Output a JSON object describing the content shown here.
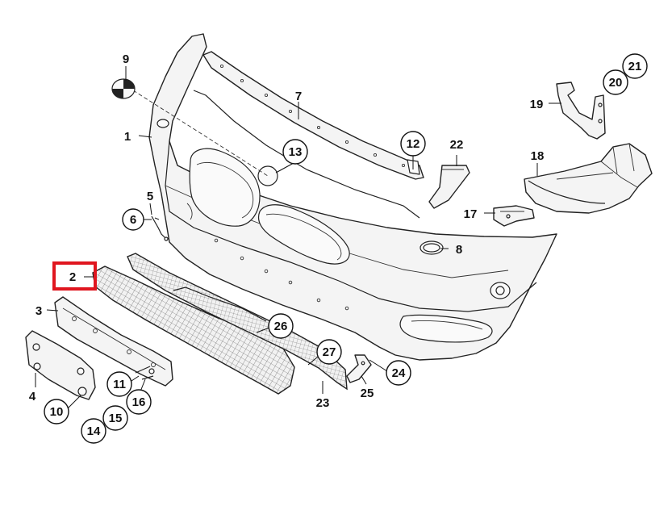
{
  "callouts": [
    {
      "id": "c1",
      "label": "1",
      "circled": false
    },
    {
      "id": "c2",
      "label": "2",
      "circled": false,
      "highlighted": true
    },
    {
      "id": "c3",
      "label": "3",
      "circled": false
    },
    {
      "id": "c4",
      "label": "4",
      "circled": false
    },
    {
      "id": "c5",
      "label": "5",
      "circled": false
    },
    {
      "id": "c6",
      "label": "6",
      "circled": true
    },
    {
      "id": "c7",
      "label": "7",
      "circled": false
    },
    {
      "id": "c8",
      "label": "8",
      "circled": false
    },
    {
      "id": "c9",
      "label": "9",
      "circled": false
    },
    {
      "id": "c10",
      "label": "10",
      "circled": true
    },
    {
      "id": "c11",
      "label": "11",
      "circled": true
    },
    {
      "id": "c12",
      "label": "12",
      "circled": true
    },
    {
      "id": "c13",
      "label": "13",
      "circled": true
    },
    {
      "id": "c14",
      "label": "14",
      "circled": true
    },
    {
      "id": "c15",
      "label": "15",
      "circled": true
    },
    {
      "id": "c16",
      "label": "16",
      "circled": true
    },
    {
      "id": "c17",
      "label": "17",
      "circled": false
    },
    {
      "id": "c18",
      "label": "18",
      "circled": false
    },
    {
      "id": "c19",
      "label": "19",
      "circled": false
    },
    {
      "id": "c20",
      "label": "20",
      "circled": true
    },
    {
      "id": "c21",
      "label": "21",
      "circled": true
    },
    {
      "id": "c22",
      "label": "22",
      "circled": false
    },
    {
      "id": "c23",
      "label": "23",
      "circled": false
    },
    {
      "id": "c24",
      "label": "24",
      "circled": true
    },
    {
      "id": "c25",
      "label": "25",
      "circled": false
    },
    {
      "id": "c26",
      "label": "26",
      "circled": true
    },
    {
      "id": "c27",
      "label": "27",
      "circled": true
    }
  ],
  "colors": {
    "highlight": "#e0161f",
    "line": "#222222",
    "background": "#ffffff"
  }
}
